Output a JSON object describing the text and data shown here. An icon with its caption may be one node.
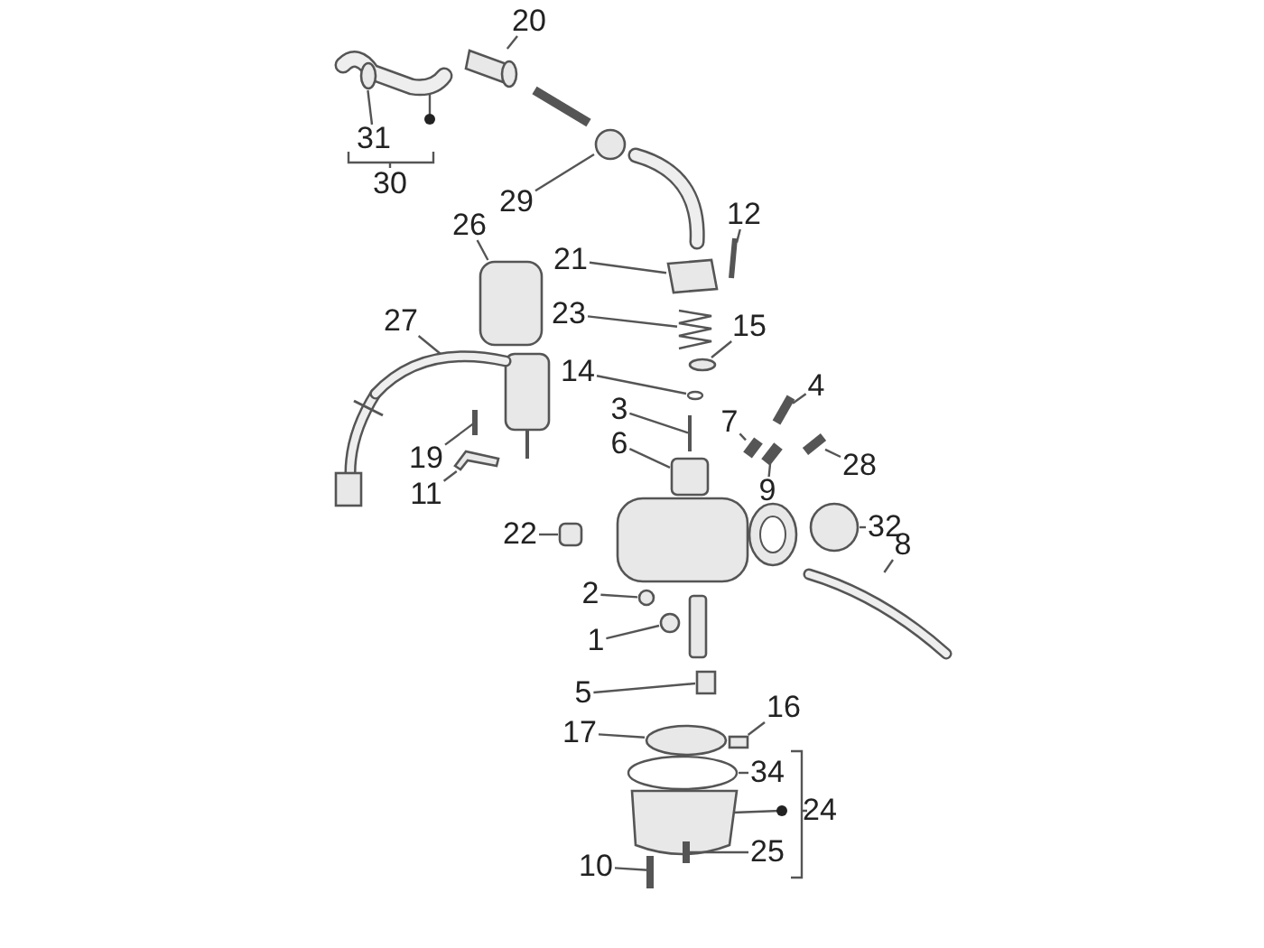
{
  "diagram": {
    "nodes": [
      {
        "text": [
          "20"
        ]
      },
      {
        "text": [
          "31"
        ]
      },
      {
        "text": [
          "29"
        ]
      },
      {
        "text": [
          "26"
        ]
      },
      {
        "text": [
          "12"
        ]
      },
      {
        "text": [
          "21"
        ]
      },
      {
        "text": [
          "23"
        ]
      },
      {
        "text": [
          "27"
        ]
      },
      {
        "text": [
          "15"
        ]
      },
      {
        "text": [
          "14"
        ]
      },
      {
        "text": [
          "4"
        ]
      },
      {
        "text": [
          "3"
        ]
      },
      {
        "text": [
          "7"
        ]
      },
      {
        "text": [
          "6"
        ]
      },
      {
        "text": [
          "19"
        ]
      },
      {
        "text": [
          "28"
        ]
      },
      {
        "text": [
          "11"
        ]
      },
      {
        "text": [
          "9"
        ]
      },
      {
        "text": [
          "32"
        ]
      },
      {
        "text": [
          "22"
        ]
      },
      {
        "text": [
          "2"
        ]
      },
      {
        "text": [
          "8"
        ]
      },
      {
        "text": [
          "1"
        ]
      },
      {
        "text": [
          "5"
        ]
      },
      {
        "text": [
          "16"
        ]
      },
      {
        "text": [
          "17"
        ]
      },
      {
        "text": [
          "34"
        ]
      },
      {
        "text": [
          "25"
        ]
      },
      {
        "text": [
          "10"
        ]
      },
      {
        "text": [],
        "shape": "cylinder"
      },
      {
        "text": [],
        "shape": "tube"
      },
      {
        "text": [],
        "shape": "circle"
      },
      {
        "text": [],
        "shape": "box"
      },
      {
        "text": [],
        "shape": "bar"
      },
      {
        "text": [],
        "shape": "box"
      },
      {
        "text": [],
        "shape": "spring"
      },
      {
        "text": [],
        "shape": "tube"
      },
      {
        "text": [],
        "shape": "ellipse"
      },
      {
        "text": [],
        "shape": "ellipse"
      },
      {
        "text": [],
        "shape": "bar"
      },
      {
        "text": [],
        "shape": "bar"
      },
      {
        "text": [],
        "shape": "bar"
      },
      {
        "text": [],
        "shape": "box"
      },
      {
        "text": [],
        "shape": "bar"
      },
      {
        "text": [],
        "shape": "bar"
      },
      {
        "text": [],
        "shape": "picture"
      },
      {
        "text": [],
        "shape": "bar"
      },
      {
        "text": [],
        "shape": "circle"
      },
      {
        "text": [],
        "shape": "box"
      },
      {
        "text": [],
        "shape": "circle"
      },
      {
        "text": [],
        "shape": "tube"
      },
      {
        "text": [],
        "shape": "circle"
      },
      {
        "text": [],
        "shape": "box"
      },
      {
        "text": [],
        "shape": "box"
      },
      {
        "text": [],
        "shape": "ellipse"
      },
      {
        "text": [],
        "shape": "ellipse"
      },
      {
        "text": [],
        "shape": "bar"
      },
      {
        "text": [],
        "shape": "bar"
      }
    ],
    "edges": [
      {
        "from": 0,
        "to": 29,
        "arrow": "none"
      },
      {
        "from": 1,
        "to": 30,
        "arrow": "none"
      },
      {
        "from": 2,
        "to": 31,
        "arrow": "none"
      },
      {
        "from": 3,
        "to": 32,
        "arrow": "none"
      },
      {
        "from": 4,
        "to": 33,
        "arrow": "none"
      },
      {
        "from": 5,
        "to": 34,
        "arrow": "none"
      },
      {
        "from": 6,
        "to": 35,
        "arrow": "none"
      },
      {
        "from": 7,
        "to": 36,
        "arrow": "none"
      },
      {
        "from": 8,
        "to": 37,
        "arrow": "none"
      },
      {
        "from": 9,
        "to": 38,
        "arrow": "none"
      },
      {
        "from": 10,
        "to": 39,
        "arrow": "none"
      },
      {
        "from": 11,
        "to": 40,
        "arrow": "none"
      },
      {
        "from": 12,
        "to": 41,
        "arrow": "none"
      },
      {
        "from": 13,
        "to": 42,
        "arrow": "none"
      },
      {
        "from": 14,
        "to": 43,
        "arrow": "none"
      },
      {
        "from": 15,
        "to": 44,
        "arrow": "none"
      },
      {
        "from": 16,
        "to": 45,
        "arrow": "none"
      },
      {
        "from": 17,
        "to": 46,
        "arrow": "none"
      },
      {
        "from": 18,
        "to": 47,
        "arrow": "none"
      },
      {
        "from": 19,
        "to": 48,
        "arrow": "none"
      },
      {
        "from": 20,
        "to": 49,
        "arrow": "none"
      },
      {
        "from": 21,
        "to": 50,
        "arrow": "none"
      },
      {
        "from": 22,
        "to": 51,
        "arrow": "none"
      },
      {
        "from": 23,
        "to": 52,
        "arrow": "none"
      },
      {
        "from": 24,
        "to": 53,
        "arrow": "none"
      },
      {
        "from": 25,
        "to": 54,
        "arrow": "none"
      },
      {
        "from": 26,
        "to": 55,
        "arrow": "none"
      },
      {
        "from": 27,
        "to": 56,
        "arrow": "none"
      },
      {
        "from": 28,
        "to": 57,
        "arrow": "none"
      }
    ],
    "labels": [
      "30",
      "24"
    ]
  }
}
